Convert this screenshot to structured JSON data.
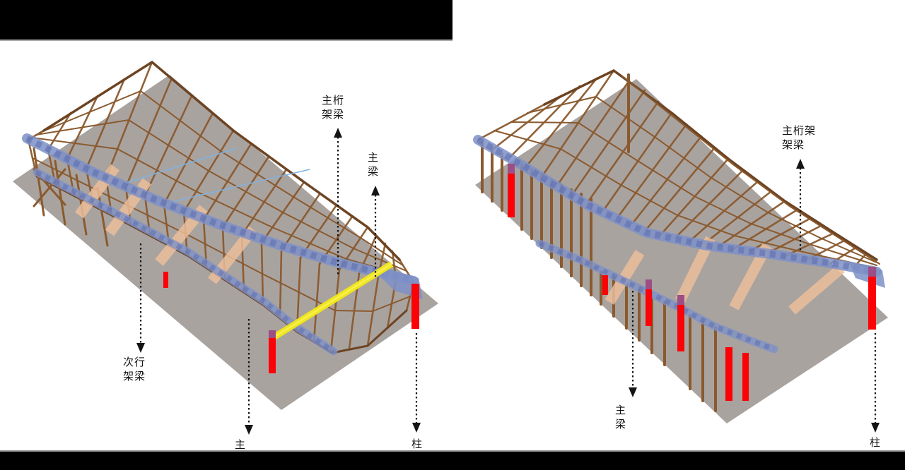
{
  "figure": {
    "description_left": "annotated timber truss structure axonometric (left)",
    "description_right": "annotated timber truss structure axonometric (right)"
  },
  "colors": {
    "timber_brown": "#8a5a2e",
    "timber_dark": "#6d4423",
    "truss_girder_blue": "#7e91c7",
    "truss_web_blue": "#5a6cb0",
    "secondary_brace_peach": "#eec09b",
    "highlight_beam_yellow": "#efe51c",
    "column_highlight_red": "#fb0207",
    "column_overlap_purple": "#9b4f86",
    "ground_shadow_gray": "#a9a3a0",
    "annotation_black": "#141414",
    "cable_light_blue": "#7fb2e0"
  },
  "panels": [
    {
      "id": "left-structure-diagram",
      "labels": [
        {
          "id": "main-truss-girder",
          "lines": [
            "主桁",
            "架梁"
          ],
          "arrow": "up"
        },
        {
          "id": "main-beam-upper",
          "lines": [
            "主",
            "梁"
          ],
          "arrow": "up"
        },
        {
          "id": "secondary-truss",
          "lines": [
            "次行",
            "架梁"
          ],
          "arrow": "down"
        },
        {
          "id": "main-beam-lower",
          "lines": [
            "主"
          ],
          "arrow": "down"
        },
        {
          "id": "column",
          "lines": [
            "柱"
          ],
          "arrow": "down"
        }
      ]
    },
    {
      "id": "right-structure-diagram",
      "labels": [
        {
          "id": "main-truss-girder",
          "lines": [
            "主桁架",
            "架梁"
          ],
          "arrow": "up"
        },
        {
          "id": "main-beam",
          "lines": [
            "主",
            "梁"
          ],
          "arrow": "down"
        },
        {
          "id": "column",
          "lines": [
            "柱"
          ],
          "arrow": "down"
        }
      ]
    }
  ]
}
